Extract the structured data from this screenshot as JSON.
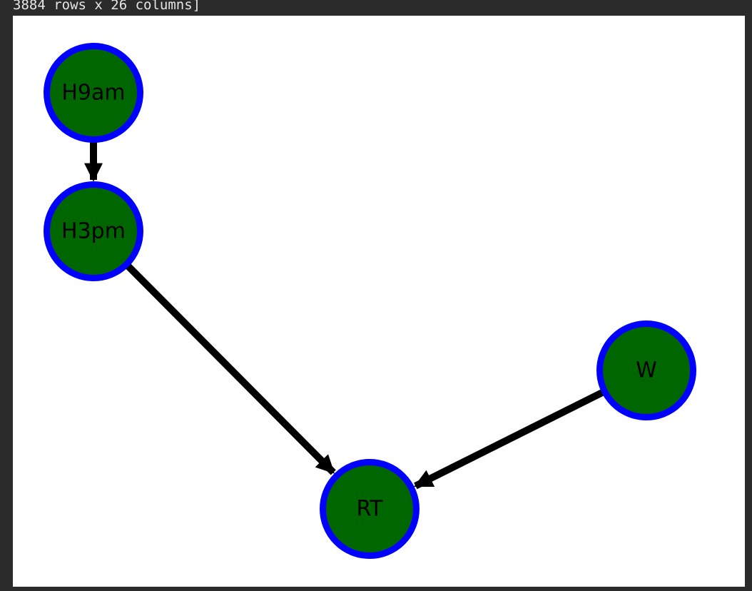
{
  "output": {
    "header_text": "3884 rows x 26 columns]"
  },
  "graph": {
    "node_fill": "#006600",
    "node_border": "#0000ff",
    "edge_color": "#000000",
    "nodes": [
      {
        "id": "H9am",
        "label": "H9am"
      },
      {
        "id": "H3pm",
        "label": "H3pm"
      },
      {
        "id": "W",
        "label": "W"
      },
      {
        "id": "RT",
        "label": "RT"
      }
    ],
    "edges": [
      {
        "from": "H9am",
        "to": "H3pm"
      },
      {
        "from": "H3pm",
        "to": "RT"
      },
      {
        "from": "W",
        "to": "RT"
      }
    ]
  }
}
